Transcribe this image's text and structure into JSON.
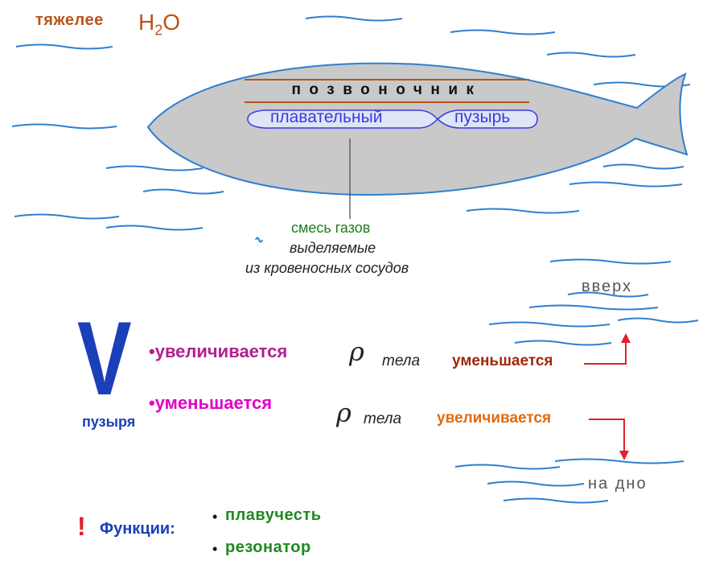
{
  "header": {
    "heavier": "тяжелее",
    "h2o_main": "H",
    "h2o_sub": "2",
    "h2o_tail": "O"
  },
  "fish": {
    "spine": "позвоночник",
    "bladder_left": "плавательный",
    "bladder_right": "пузырь",
    "gas_line1": "смесь газов",
    "gas_line2": "выделяемые",
    "gas_line3": "из кровеносных сосудов"
  },
  "directions": {
    "up": "вверх",
    "down": "на дно"
  },
  "volume": {
    "symbol": "V",
    "label": "пузыря"
  },
  "rows": [
    {
      "bullet": "•",
      "change": "увеличивается",
      "rho": "ρ",
      "body": "тела",
      "result": "уменьшается"
    },
    {
      "bullet": "•",
      "change": "уменьшается",
      "rho": "ρ",
      "body": "тела",
      "result": "увеличивается"
    }
  ],
  "functions": {
    "exclaim": "!",
    "label": "Функции:",
    "items": [
      {
        "bullet": "•",
        "text": "плавучесть"
      },
      {
        "bullet": "•",
        "text": "резонатор"
      }
    ]
  },
  "colors": {
    "water": "#2f7fd0",
    "fish_fill": "#c9c9c9",
    "fish_stroke": "#2f7fd0",
    "bladder_fill": "#dfe5f7",
    "bladder_stroke": "#3a3ae0",
    "spine_rule": "#b9541c",
    "arrow": "#e0202a",
    "leader": "#444444"
  }
}
